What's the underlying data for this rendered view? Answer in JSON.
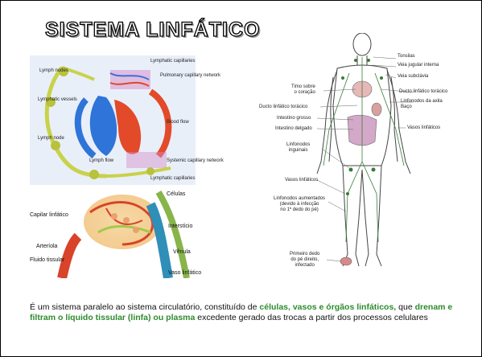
{
  "title": "SISTEMA LINFÁTICO",
  "figure1": {
    "labels": [
      "Lymphatic capillaries",
      "Pulmonary capillary network",
      "Lymph nodes",
      "Lymphatic vessels",
      "Lymph node",
      "Blood flow",
      "Lymph flow",
      "Systemic capillary network",
      "Lymphatic capillaries"
    ]
  },
  "figure2": {
    "labels": {
      "celulas": "Células",
      "capilar": "Capilar linfático",
      "intersticio": "Interstício",
      "arteriola": "Arteríola",
      "venula": "Vênula",
      "fluido": "Fluido tissular",
      "vaso": "Vaso linfático"
    }
  },
  "figure3": {
    "labels": {
      "tonsilas": "Tonsilas",
      "veia_jugular": "Veia jugular interna",
      "veia_subclavia": "Veia subclávia",
      "timo": "Timo sobre\no coração",
      "ducto_direito": "Ducto linfático torácico",
      "ducto_esq": "Ducto linfático torácico",
      "linfonodos_axila": "Linfonodos da axila",
      "baco": "Baço",
      "intestino_grosso": "Intestino grosso",
      "intestino_delgado": "Intestino delgado",
      "vasos_linf_dir": "Vasos linfáticos",
      "linfonodos_inguinais": "Linfonodos\ninguinais",
      "vasos_linf": "Vasos linfáticos",
      "linfonodos_aumentados": "Linfonodos aumentados\n(devido à infecção\nno 1º dedo do pé)",
      "primeiro_dedo": "Primeiro dedo\ndo pé direito,\ninfectado"
    }
  },
  "paragraph": {
    "p1": "É um sistema paralelo ao sistema circulatório, constituído de ",
    "h1": "células, vasos e órgãos linfáticos,",
    "p2": " que ",
    "h2": "drenam e filtram o líquido tissular (linfa) ou plasma",
    "p3": " excedente gerado das trocas a partir dos processos celulares"
  }
}
